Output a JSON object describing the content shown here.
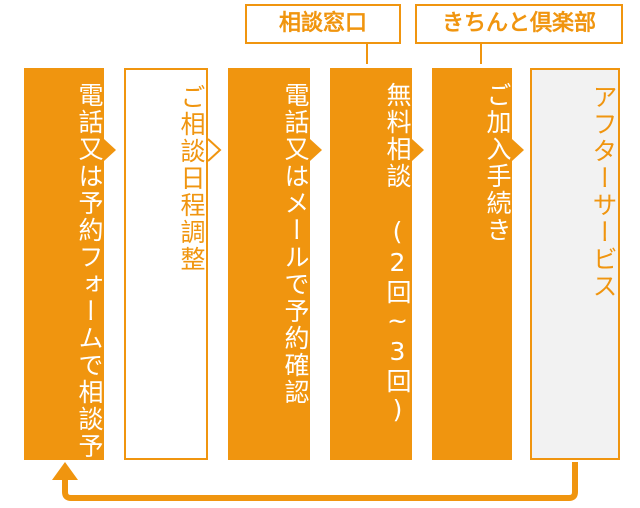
{
  "callouts": [
    {
      "label": "相談窓口"
    },
    {
      "label": "きちんと倶楽部"
    }
  ],
  "steps": [
    {
      "label": "電話又は予約フォームで相談予約"
    },
    {
      "label": "ご相談日程調整"
    },
    {
      "label": "電話又はメールで予約確認"
    },
    {
      "label": "無料相談　(2回~3回)"
    },
    {
      "label": "ご加入手続き"
    },
    {
      "label": "アフターサービス"
    }
  ],
  "colors": {
    "accent": "#f0950f",
    "grey_box": "#f2f2f2",
    "text_on_accent": "#ffffff"
  },
  "icons": [
    "chevron-right-icon",
    "return-arrow-icon"
  ]
}
